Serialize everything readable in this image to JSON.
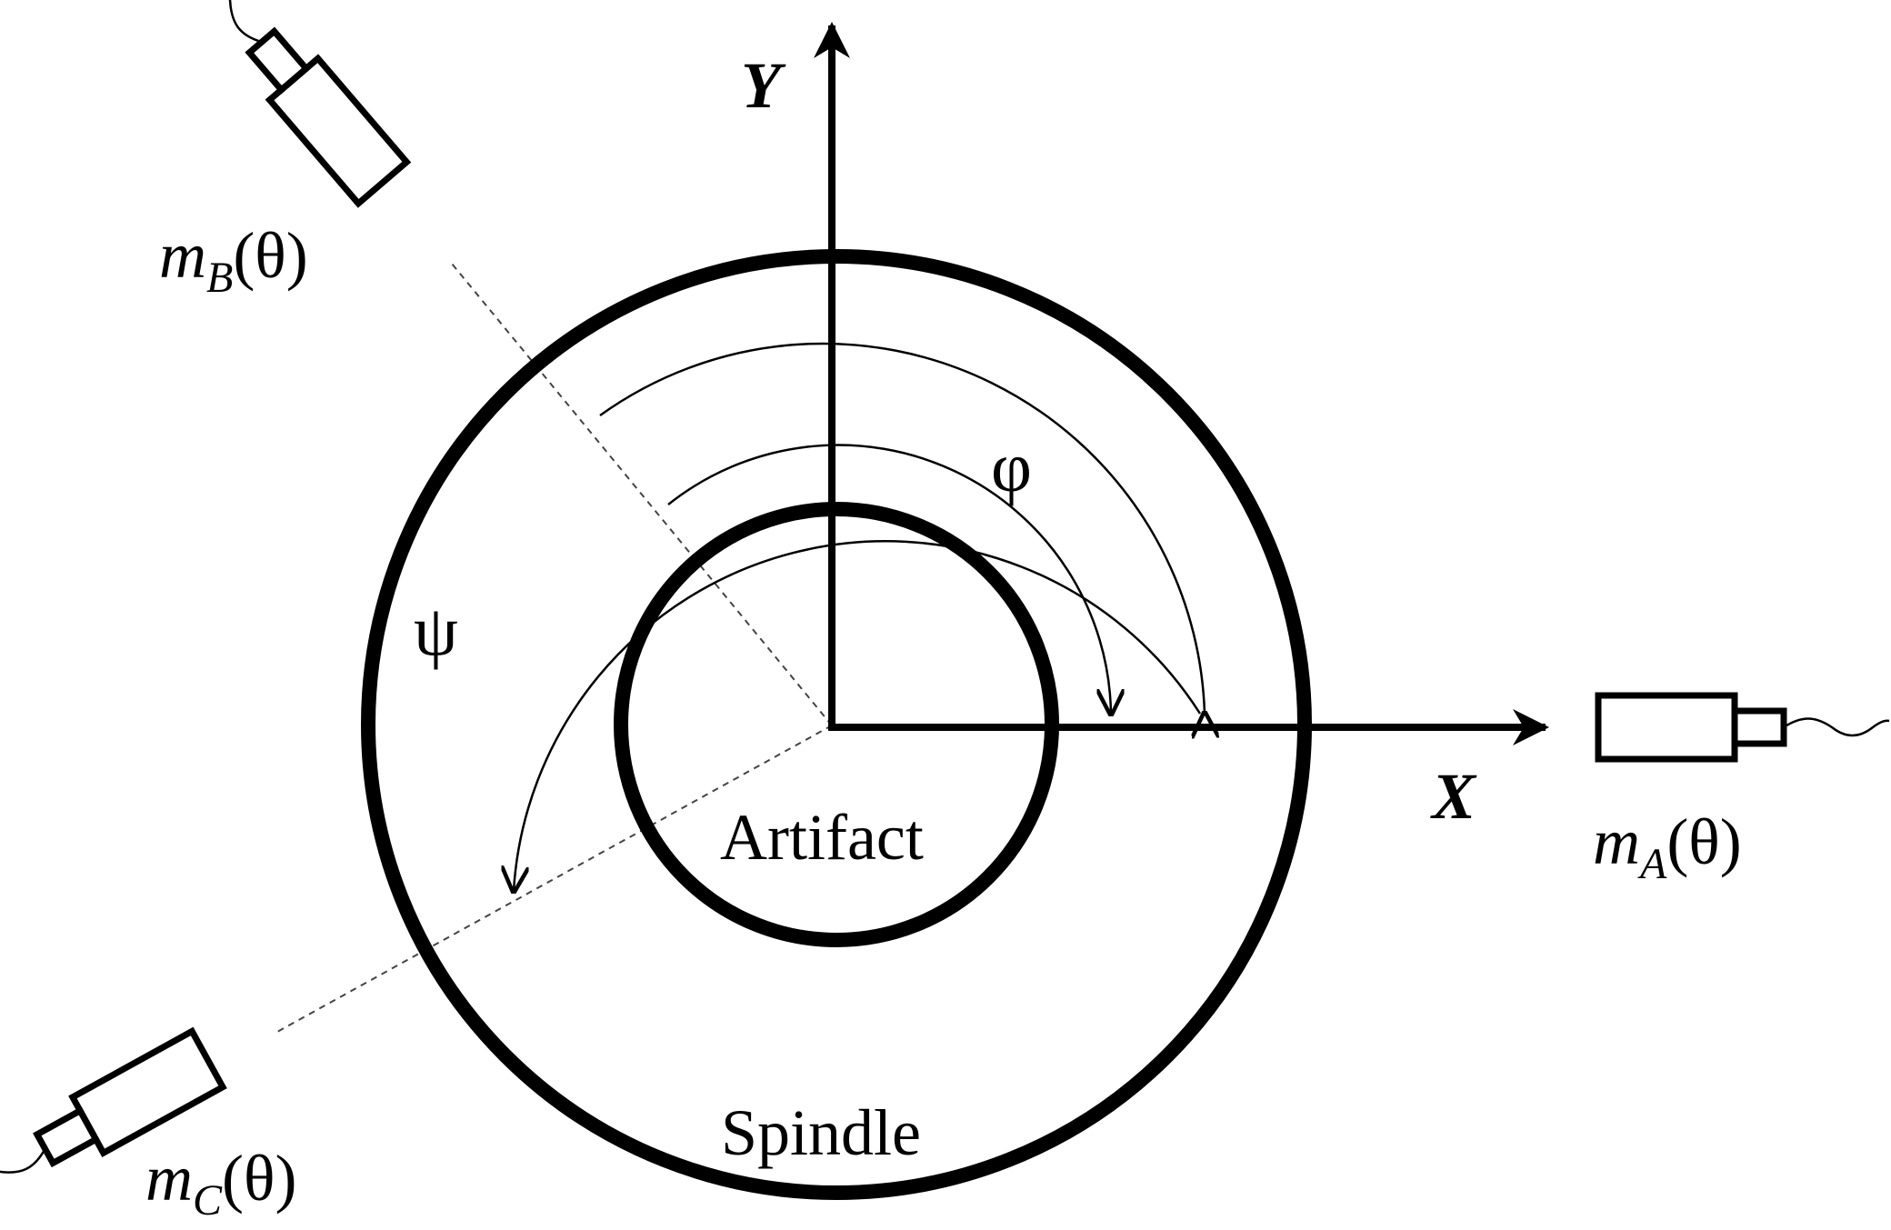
{
  "axes": {
    "x_label": "X",
    "y_label": "Y"
  },
  "parts": {
    "artifact_label": "Artifact",
    "spindle_label": "Spindle"
  },
  "angles": {
    "phi": "φ",
    "psi": "ψ"
  },
  "sensors": {
    "a": {
      "m": "m",
      "sub": "A",
      "arg": "(θ)"
    },
    "b": {
      "m": "m",
      "sub": "B",
      "arg": "(θ)"
    },
    "c": {
      "m": "m",
      "sub": "C",
      "arg": "(θ)"
    }
  },
  "colors": {
    "stroke": "#000000",
    "background": "#ffffff",
    "dashed_line": "#444444"
  },
  "icons": [
    "displacement-sensor-icon"
  ]
}
